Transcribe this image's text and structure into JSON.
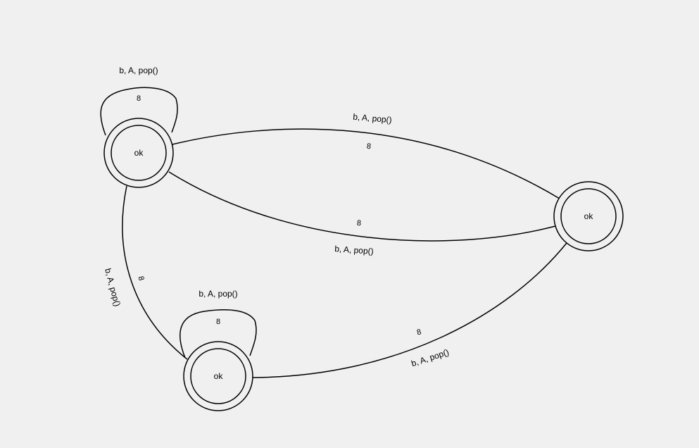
{
  "diagram": {
    "states": [
      {
        "id": "s1",
        "label": "ok",
        "accepting": true
      },
      {
        "id": "s2",
        "label": "ok",
        "accepting": true
      },
      {
        "id": "s3",
        "label": "ok",
        "accepting": true
      }
    ],
    "transitions": [
      {
        "from": "s1",
        "to": "s1",
        "label": "b, A, pop()",
        "symbol": "8"
      },
      {
        "from": "s1",
        "to": "s2",
        "label": "b, A, pop()",
        "symbol": "8"
      },
      {
        "from": "s2",
        "to": "s1",
        "label": "b, A, pop()",
        "symbol": "8"
      },
      {
        "from": "s1",
        "to": "s3",
        "label": "b, A, pop()",
        "symbol": "8"
      },
      {
        "from": "s3",
        "to": "s3",
        "label": "b, A, pop()",
        "symbol": "8"
      },
      {
        "from": "s3",
        "to": "s2",
        "label": "b, A, pop()",
        "symbol": "8"
      }
    ]
  },
  "colors": {
    "background": "#f0f0f0",
    "stroke": "#000000"
  }
}
